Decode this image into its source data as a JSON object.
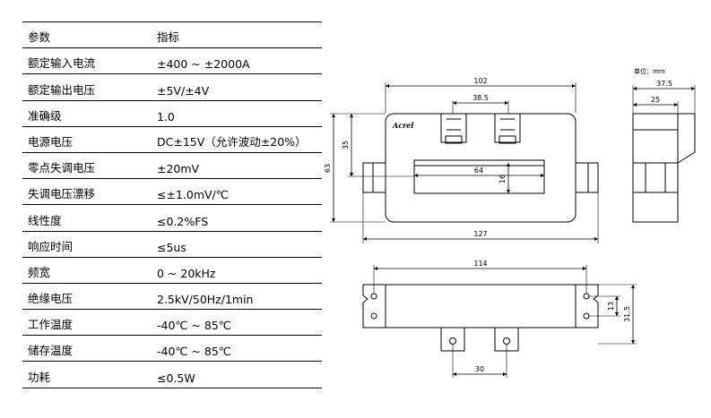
{
  "spec_table": {
    "header": {
      "param": "参数",
      "value": "指标"
    },
    "rows": [
      {
        "param": "额定输入电流",
        "value": "±400 ~ ±2000A"
      },
      {
        "param": "额定输出电压",
        "value": "±5V/±4V"
      },
      {
        "param": "准确级",
        "value": "1.0"
      },
      {
        "param": "电源电压",
        "value": "DC±15V（允许波动±20%）"
      },
      {
        "param": "零点失调电压",
        "value": "±20mV"
      },
      {
        "param": "失调电压漂移",
        "value": "≤±1.0mV/℃"
      },
      {
        "param": "线性度",
        "value": "≤0.2%FS"
      },
      {
        "param": "响应时间",
        "value": "≤5us"
      },
      {
        "param": "频宽",
        "value": "0 ~ 20kHz"
      },
      {
        "param": "绝缘电压",
        "value": "2.5kV/50Hz/1min"
      },
      {
        "param": "工作温度",
        "value": "-40℃ ~ 85℃"
      },
      {
        "param": "储存温度",
        "value": "-40℃ ~ 85℃"
      },
      {
        "param": "功耗",
        "value": "≤0.5W"
      }
    ]
  },
  "drawing": {
    "unit_label": "单位：mm",
    "brand": "Acrel",
    "front_view": {
      "width": "102",
      "pin_spacing": "38.5",
      "height_inner": "35",
      "height_total": "63",
      "window_width": "64",
      "window_height": "16",
      "total_length": "127"
    },
    "side_view": {
      "depth_total": "37.5",
      "depth_body": "25"
    },
    "bottom_view": {
      "length": "114",
      "hole_spacing": "13",
      "height": "31.5",
      "pin_distance": "30"
    }
  }
}
